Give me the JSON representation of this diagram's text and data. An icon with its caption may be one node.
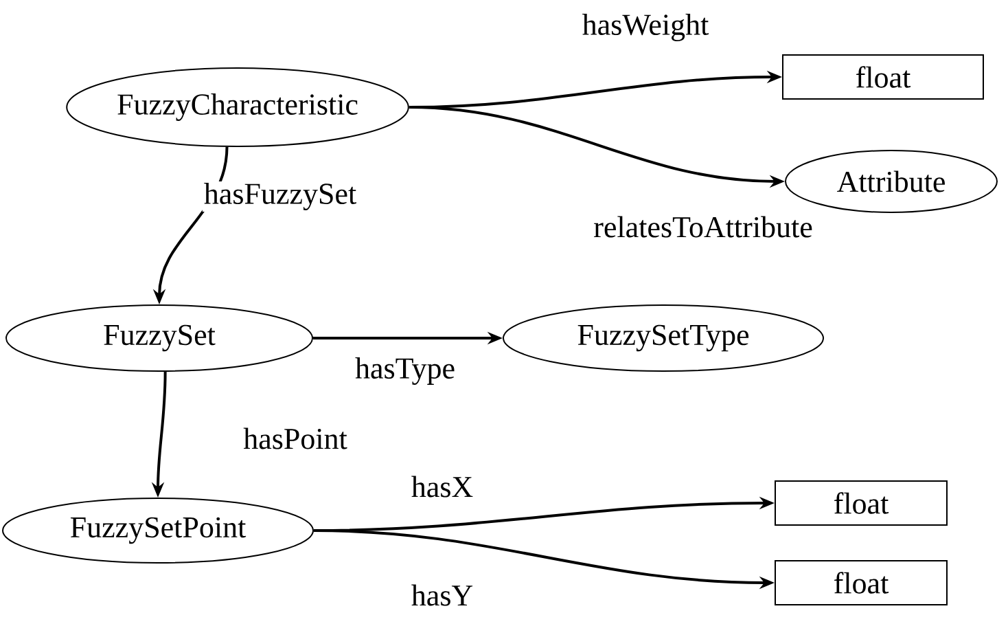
{
  "diagram": {
    "nodes": [
      {
        "text": [
          "FuzzyCharacteristic"
        ]
      },
      {
        "text": [
          "float"
        ]
      },
      {
        "text": [
          "Attribute"
        ]
      },
      {
        "text": [
          "FuzzySet"
        ]
      },
      {
        "text": [
          "FuzzySetType"
        ]
      },
      {
        "text": [
          "FuzzySetPoint"
        ]
      },
      {
        "text": [
          "float"
        ]
      },
      {
        "text": [
          "float"
        ]
      }
    ],
    "edges": [
      {
        "from": 0,
        "to": 1,
        "arrow": "to",
        "label": "hasWeight"
      },
      {
        "from": 0,
        "to": 2,
        "arrow": "to",
        "label": "relatesToAttribute"
      },
      {
        "from": 0,
        "to": 3,
        "arrow": "to",
        "label": "hasFuzzySet"
      },
      {
        "from": 3,
        "to": 4,
        "arrow": "to",
        "label": "hasType"
      },
      {
        "from": 3,
        "to": 5,
        "arrow": "to",
        "label": "hasPoint"
      },
      {
        "from": 5,
        "to": 6,
        "arrow": "to",
        "label": "hasX"
      },
      {
        "from": 5,
        "to": 7,
        "arrow": "to",
        "label": "hasY"
      }
    ]
  }
}
